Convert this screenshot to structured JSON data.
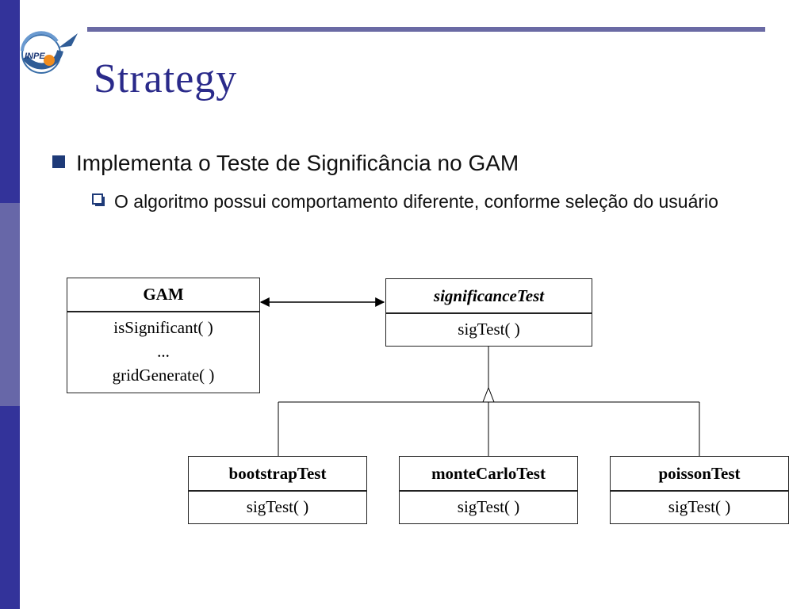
{
  "title": "Strategy",
  "bullets": {
    "level1": "Implementa o Teste de Significância no GAM",
    "level2": "O algoritmo possui comportamento diferente, conforme seleção do usuário"
  },
  "logo": {
    "text": "INPE",
    "icon": "inpe-logo-icon"
  },
  "colors": {
    "primary": "#33339a",
    "accent": "#6767a8",
    "title": "#2a2a8a"
  },
  "diagram": {
    "gam": {
      "name": "GAM",
      "methods": [
        "isSignificant( )",
        "...",
        "gridGenerate( )"
      ]
    },
    "strategy": {
      "name": "significanceTest",
      "methods": [
        "sigTest( )"
      ]
    },
    "subclasses": [
      {
        "name": "bootstrapTest",
        "methods": [
          "sigTest( )"
        ]
      },
      {
        "name": "monteCarloTest",
        "methods": [
          "sigTest( )"
        ]
      },
      {
        "name": "poissonTest",
        "methods": [
          "sigTest( )"
        ]
      }
    ]
  }
}
